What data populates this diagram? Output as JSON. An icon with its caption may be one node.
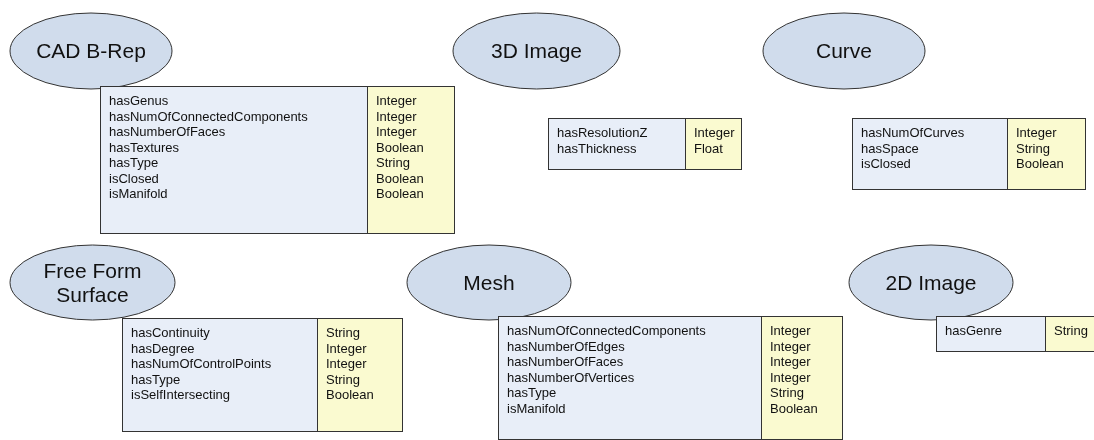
{
  "diagram": {
    "nodes": [
      {
        "text": [
          "CAD B-Rep"
        ]
      },
      {
        "text": [
          "hasGenus",
          "hasNumOfConnectedComponents",
          "hasNumberOfFaces",
          "hasTextures",
          "hasType",
          "isClosed",
          "isManifold"
        ]
      },
      {
        "text": [
          "Integer",
          "Integer",
          "Integer",
          "Boolean",
          "String",
          "Boolean",
          "Boolean"
        ]
      },
      {
        "text": [
          "3D Image"
        ]
      },
      {
        "text": [
          "hasResolutionZ",
          "hasThickness"
        ]
      },
      {
        "text": [
          "Integer",
          "Float"
        ]
      },
      {
        "text": [
          "Curve"
        ]
      },
      {
        "text": [
          "hasNumOfCurves",
          "hasSpace",
          "isClosed"
        ]
      },
      {
        "text": [
          "Integer",
          "String",
          "Boolean"
        ]
      },
      {
        "text": [
          "Free Form Surface"
        ]
      },
      {
        "text": [
          "hasContinuity",
          "hasDegree",
          "hasNumOfControlPoints",
          "hasType",
          "isSelfIntersecting"
        ]
      },
      {
        "text": [
          "String",
          "Integer",
          "Integer",
          "String",
          "Boolean"
        ]
      },
      {
        "text": [
          "Mesh"
        ]
      },
      {
        "text": [
          "hasNumOfConnectedComponents",
          "hasNumberOfEdges",
          "hasNumberOfFaces",
          "hasNumberOfVertices",
          "hasType",
          "isManifold"
        ]
      },
      {
        "text": [
          "Integer",
          "Integer",
          "Integer",
          "Integer",
          "String",
          "Boolean"
        ]
      },
      {
        "text": [
          "2D Image"
        ]
      },
      {
        "text": [
          "hasGenre"
        ]
      },
      {
        "text": [
          "String"
        ]
      }
    ]
  }
}
